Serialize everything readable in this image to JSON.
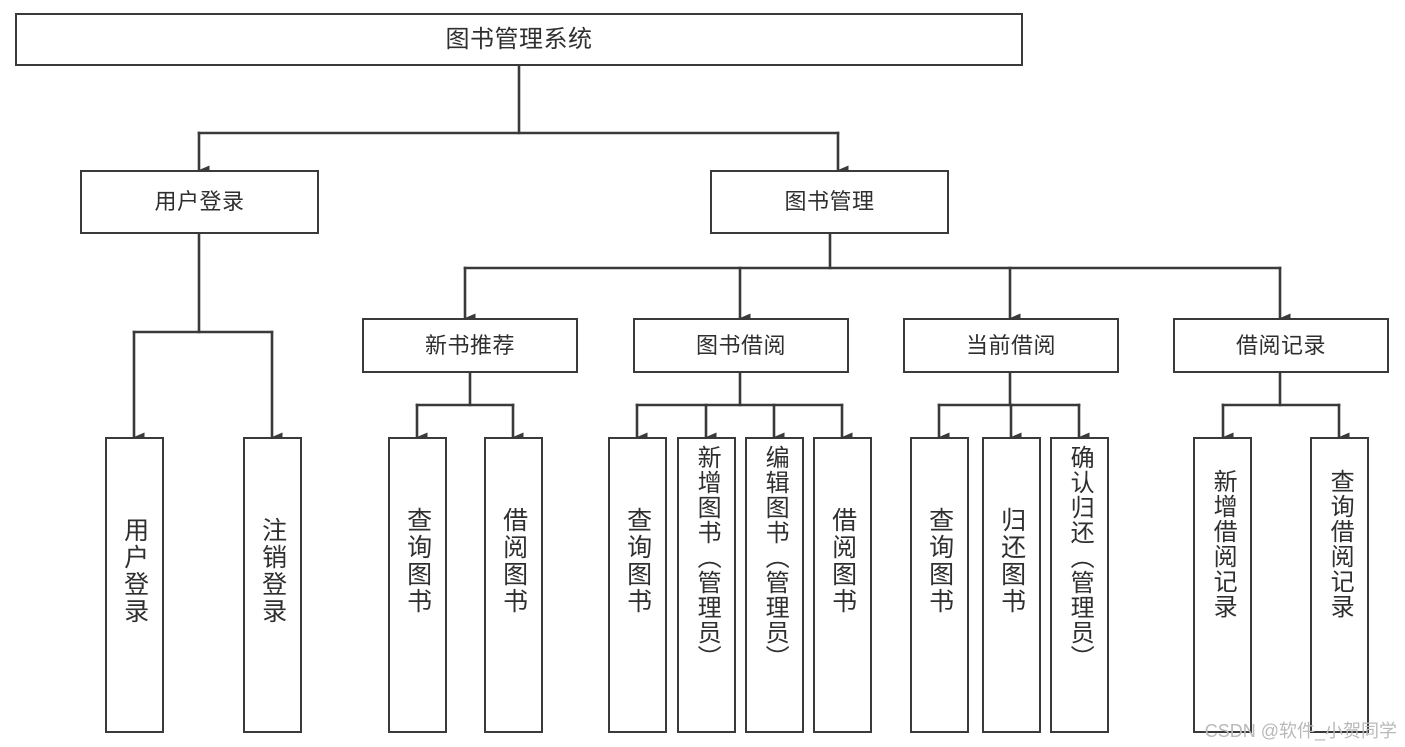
{
  "diagram": {
    "title": "图书管理系统",
    "type": "tree-hierarchy",
    "colors": {
      "box_border": "#3a3a3a",
      "box_fill": "#ffffff",
      "text": "#2f2f2f",
      "connector": "#3a3a3a",
      "watermark": "#b9b9b9"
    },
    "root": {
      "label": "图书管理系统"
    },
    "level2": [
      {
        "label": "用户登录"
      },
      {
        "label": "图书管理"
      }
    ],
    "level3": [
      {
        "label": "新书推荐"
      },
      {
        "label": "图书借阅"
      },
      {
        "label": "当前借阅"
      },
      {
        "label": "借阅记录"
      }
    ],
    "leaves": {
      "user_login": [
        {
          "label": "用户登录"
        },
        {
          "label": "注销登录"
        }
      ],
      "new_book_recommend": [
        {
          "label": "查询图书"
        },
        {
          "label": "借阅图书"
        }
      ],
      "book_borrow": [
        {
          "label": "查询图书"
        },
        {
          "label": "新增图书（管理员）"
        },
        {
          "label": "编辑图书（管理员）"
        },
        {
          "label": "借阅图书"
        }
      ],
      "current_borrow": [
        {
          "label": "查询图书"
        },
        {
          "label": "归还图书"
        },
        {
          "label": "确认归还（管理员）"
        }
      ],
      "borrow_record": [
        {
          "label": "新增借阅记录"
        },
        {
          "label": "查询借阅记录"
        }
      ]
    }
  },
  "watermark": {
    "text": "CSDN @软件_小贺同学"
  }
}
